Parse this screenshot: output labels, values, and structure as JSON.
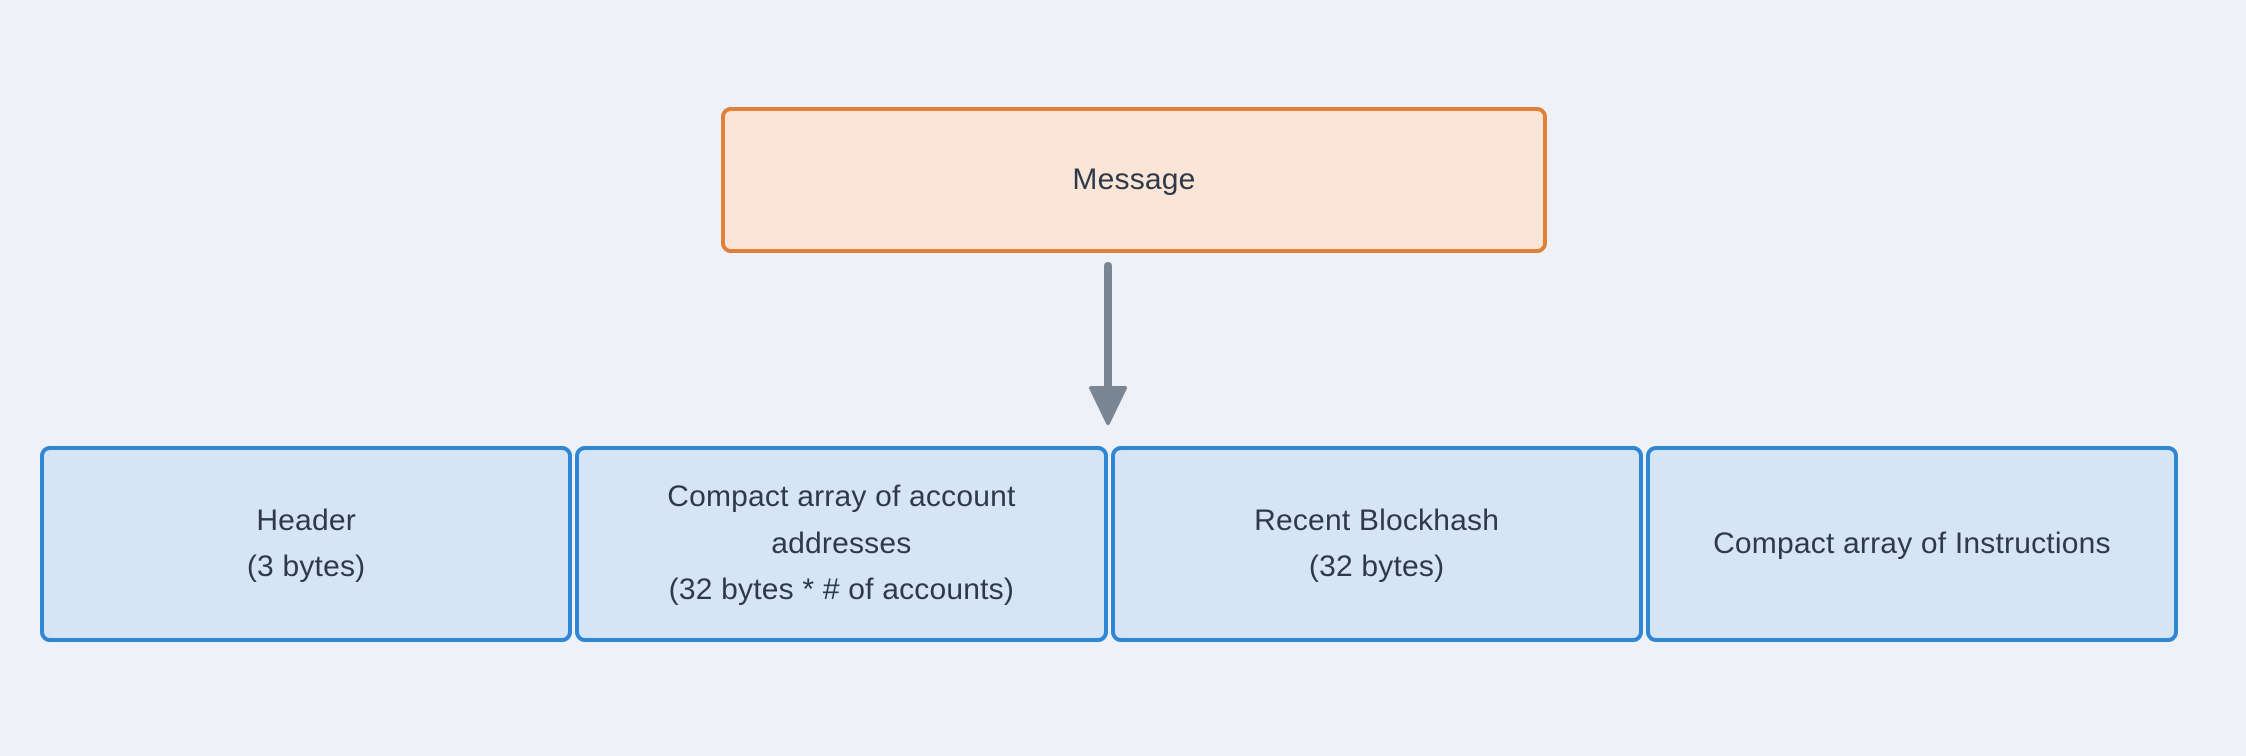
{
  "colors": {
    "canvas-bg": "#eef1f5",
    "root-fill": "#fbe5d6",
    "root-border": "#e0813a",
    "child-fill": "#d6e4f5",
    "child-border": "#2e86d4",
    "arrow": "#7b8694",
    "text": "#2e3a49"
  },
  "diagram": {
    "root": {
      "label": "Message"
    },
    "arrow": {
      "icon": "arrow-down-icon",
      "direction": "down"
    },
    "children": [
      {
        "label": "Header\n(3 bytes)"
      },
      {
        "label": "Compact array of account\naddresses\n(32 bytes * # of accounts)"
      },
      {
        "label": "Recent Blockhash\n(32 bytes)"
      },
      {
        "label": "Compact array of Instructions"
      }
    ]
  }
}
